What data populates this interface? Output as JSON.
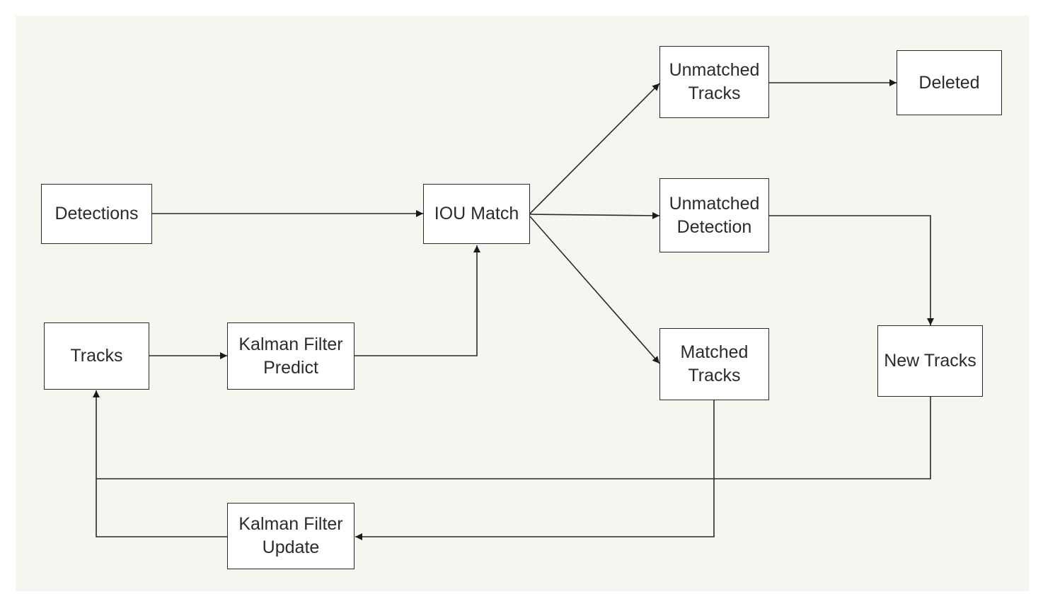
{
  "diagram": {
    "nodes": {
      "detections": "Detections",
      "tracks": "Tracks",
      "kf_predict": "Kalman Filter\nPredict",
      "iou_match": "IOU Match",
      "unmatched_tracks": "Unmatched\nTracks",
      "deleted": "Deleted",
      "unmatched_detection": "Unmatched\nDetection",
      "matched_tracks": "Matched\nTracks",
      "new_tracks": "New Tracks",
      "kf_update": "Kalman Filter\nUpdate"
    },
    "edges": [
      {
        "from": "detections",
        "to": "iou_match"
      },
      {
        "from": "tracks",
        "to": "kf_predict"
      },
      {
        "from": "kf_predict",
        "to": "iou_match"
      },
      {
        "from": "iou_match",
        "to": "unmatched_tracks"
      },
      {
        "from": "iou_match",
        "to": "unmatched_detection"
      },
      {
        "from": "iou_match",
        "to": "matched_tracks"
      },
      {
        "from": "unmatched_tracks",
        "to": "deleted"
      },
      {
        "from": "unmatched_detection",
        "to": "new_tracks"
      },
      {
        "from": "new_tracks",
        "to": "tracks"
      },
      {
        "from": "matched_tracks",
        "to": "kf_update"
      },
      {
        "from": "kf_update",
        "to": "tracks"
      }
    ]
  },
  "colors": {
    "background": "#f7f5f0",
    "box_fill": "#ffffff",
    "line": "#2a2a2a",
    "text": "#2b2b2b"
  }
}
